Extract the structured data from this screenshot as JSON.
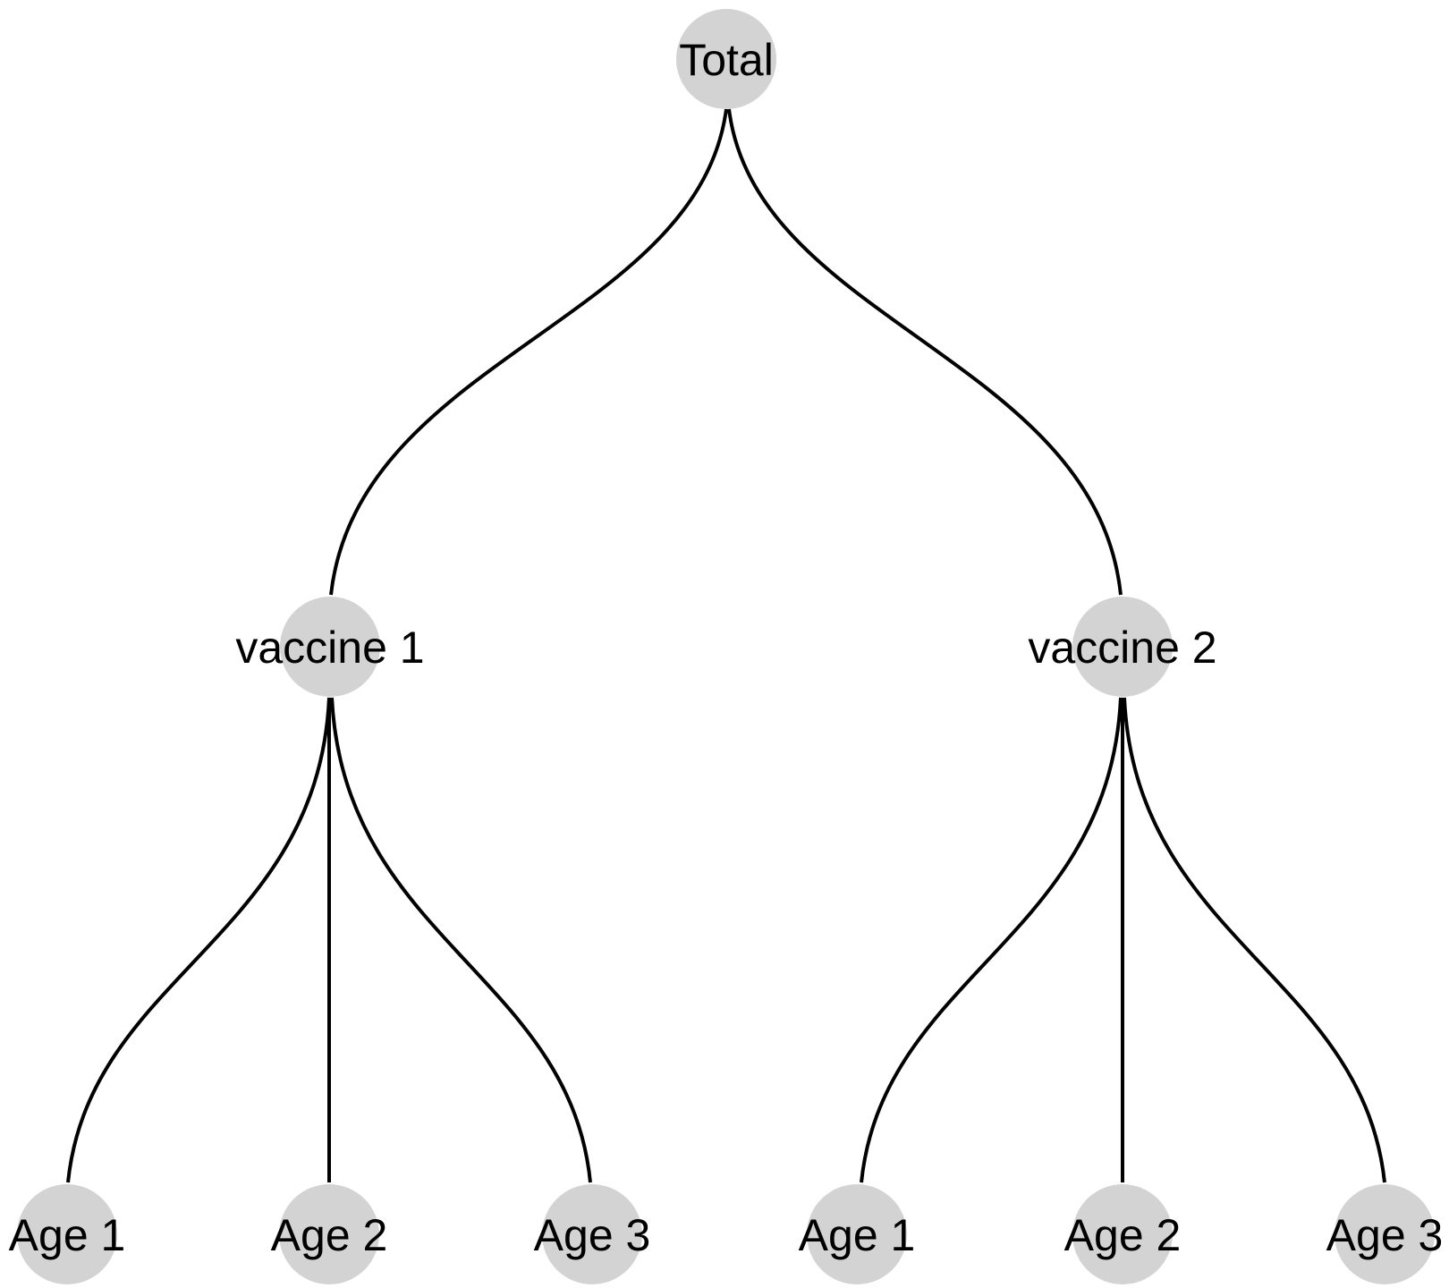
{
  "tree": {
    "root": {
      "label": "Total",
      "children": [
        {
          "label": "vaccine 1",
          "children": [
            {
              "label": "Age 1"
            },
            {
              "label": "Age 2"
            },
            {
              "label": "Age 3"
            }
          ]
        },
        {
          "label": "vaccine 2",
          "children": [
            {
              "label": "Age 1"
            },
            {
              "label": "Age 2"
            },
            {
              "label": "Age 3"
            }
          ]
        }
      ]
    }
  },
  "colors": {
    "node_fill": "#d3d3d3",
    "edge": "#000000",
    "text": "#000000"
  }
}
